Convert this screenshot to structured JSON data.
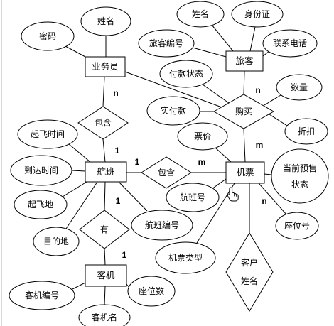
{
  "entities": {
    "salesperson": "业务员",
    "passenger": "旅客",
    "flight": "航班",
    "ticket": "机票",
    "aircraft": "客机"
  },
  "relationships": {
    "salesperson_flight": "包含",
    "purchase": "购买",
    "flight_ticket": "包含",
    "flight_aircraft": "有",
    "customer_name": {
      "line1": "客户",
      "line2": "姓名"
    }
  },
  "attributes": {
    "salesperson_name": "姓名",
    "salesperson_password": "密码",
    "passenger_name": "姓名",
    "passenger_id_card": "身份证",
    "passenger_number": "旅客编号",
    "passenger_phone": "联系电话",
    "payment_status": "付款状态",
    "quantity": "数量",
    "actual_payment": "实付款",
    "discount": "折扣",
    "ticket_price": "票价",
    "departure_time": "起飞时间",
    "presale_status": {
      "line1": "当前预售",
      "line2": "状态"
    },
    "arrival_time": "到达时间",
    "flight_no": "航班号",
    "departure_place": "起飞地",
    "flight_code": "航班编号",
    "seat_no": "座位号",
    "destination": "目的地",
    "ticket_type": "机票类型",
    "seat_count": "座位数",
    "aircraft_code": "客机编号",
    "aircraft_name": "客机名"
  },
  "cardinalities": [
    "n",
    "1",
    "1",
    "m",
    "n",
    "m",
    "1",
    "1",
    "n"
  ],
  "icons": {
    "cursor": "hand-pointer-icon"
  }
}
